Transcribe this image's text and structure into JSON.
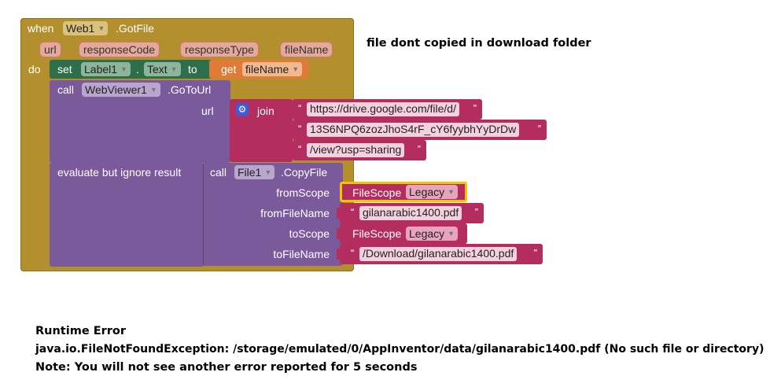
{
  "event": {
    "keyword": "when",
    "component": "Web1",
    "event_name": ".GotFile",
    "params": [
      "url",
      "responseCode",
      "responseType",
      "fileName"
    ],
    "do_label": "do"
  },
  "set_block": {
    "keyword": "set",
    "component": "Label1",
    "dot": ".",
    "property": "Text",
    "to": "to",
    "get_keyword": "get",
    "get_var": "fileName"
  },
  "call_webviewer": {
    "keyword": "call",
    "component": "WebViewer1",
    "method": ".GoToUrl",
    "arg_label": "url"
  },
  "join_block": {
    "label": "join",
    "strings": [
      "https://drive.google.com/file/d/",
      "13S6NPQ6zozJhoS4rF_cY6fyybhYyDrDw",
      "/view?usp=sharing"
    ]
  },
  "evaluate_block": {
    "label": "evaluate but ignore result"
  },
  "copy_file": {
    "keyword": "call",
    "component": "File1",
    "method": ".CopyFile",
    "args": [
      {
        "label": "fromScope",
        "scope": "FileScope",
        "value": "Legacy"
      },
      {
        "label": "fromFileName",
        "string": "gilanarabic1400.pdf"
      },
      {
        "label": "toScope",
        "scope": "FileScope",
        "value": "Legacy"
      },
      {
        "label": "toFileName",
        "string": "/Download/gilanarabic1400.pdf"
      }
    ]
  },
  "quote_open": "“",
  "quote_close": "”",
  "side_note": "file dont copied in download folder",
  "error": {
    "title": "Runtime Error",
    "message": "java.io.FileNotFoundException: /storage/emulated/0/AppInventor/data/gilanarabic1400.pdf (No such file or directory)",
    "note": "Note: You will not see another error reported for 5 seconds"
  },
  "colors": {
    "event": "#b38f2e",
    "param_pill": "#e6a89a",
    "setter": "#2f6e4a",
    "getter": "#e07a36",
    "component_call": "#7b5a9c",
    "text": "#b32d5e",
    "scope": "#b32d5e",
    "highlight": "#f5c400"
  }
}
